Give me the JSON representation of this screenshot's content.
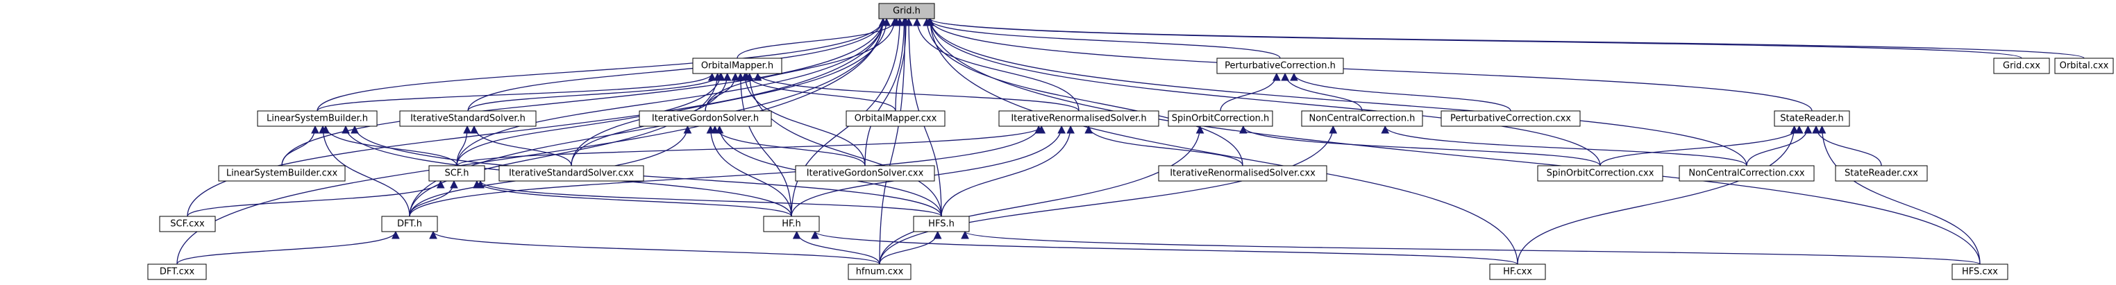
{
  "nodes": [
    {
      "id": "grid_h",
      "label": "Grid.h",
      "root": true
    },
    {
      "id": "orbitalmapper_h",
      "label": "OrbitalMapper.h"
    },
    {
      "id": "perturbative_h",
      "label": "PerturbativeCorrection.h"
    },
    {
      "id": "grid_cxx",
      "label": "Grid.cxx"
    },
    {
      "id": "orbital_cxx",
      "label": "Orbital.cxx"
    },
    {
      "id": "lsb_h",
      "label": "LinearSystemBuilder.h"
    },
    {
      "id": "iss_h",
      "label": "IterativeStandardSolver.h"
    },
    {
      "id": "igs_h",
      "label": "IterativeGordonSolver.h"
    },
    {
      "id": "orbitalmapper_cxx",
      "label": "OrbitalMapper.cxx"
    },
    {
      "id": "irs_h",
      "label": "IterativeRenormalisedSolver.h"
    },
    {
      "id": "spinorbit_h",
      "label": "SpinOrbitCorrection.h"
    },
    {
      "id": "noncentral_h",
      "label": "NonCentralCorrection.h"
    },
    {
      "id": "perturbative_cxx",
      "label": "PerturbativeCorrection.cxx"
    },
    {
      "id": "statereader_h",
      "label": "StateReader.h"
    },
    {
      "id": "lsb_cxx",
      "label": "LinearSystemBuilder.cxx"
    },
    {
      "id": "scf_h",
      "label": "SCF.h"
    },
    {
      "id": "iss_cxx",
      "label": "IterativeStandardSolver.cxx"
    },
    {
      "id": "igs_cxx",
      "label": "IterativeGordonSolver.cxx"
    },
    {
      "id": "irs_cxx",
      "label": "IterativeRenormalisedSolver.cxx"
    },
    {
      "id": "spinorbit_cxx",
      "label": "SpinOrbitCorrection.cxx"
    },
    {
      "id": "noncentral_cxx",
      "label": "NonCentralCorrection.cxx"
    },
    {
      "id": "statereader_cxx",
      "label": "StateReader.cxx"
    },
    {
      "id": "scf_cxx",
      "label": "SCF.cxx"
    },
    {
      "id": "dft_h",
      "label": "DFT.h"
    },
    {
      "id": "hf_h",
      "label": "HF.h"
    },
    {
      "id": "hfs_h",
      "label": "HFS.h"
    },
    {
      "id": "dft_cxx",
      "label": "DFT.cxx"
    },
    {
      "id": "hfnum_cxx",
      "label": "hfnum.cxx"
    },
    {
      "id": "hf_cxx",
      "label": "HF.cxx"
    },
    {
      "id": "hfs_cxx",
      "label": "HFS.cxx"
    }
  ],
  "edges": [
    [
      "orbitalmapper_h",
      "grid_h"
    ],
    [
      "perturbative_h",
      "grid_h"
    ],
    [
      "grid_cxx",
      "grid_h"
    ],
    [
      "orbital_cxx",
      "grid_h"
    ],
    [
      "lsb_h",
      "grid_h"
    ],
    [
      "iss_h",
      "grid_h"
    ],
    [
      "igs_h",
      "grid_h"
    ],
    [
      "orbitalmapper_cxx",
      "grid_h"
    ],
    [
      "irs_h",
      "grid_h"
    ],
    [
      "statereader_h",
      "grid_h"
    ],
    [
      "lsb_cxx",
      "grid_h"
    ],
    [
      "scf_h",
      "grid_h"
    ],
    [
      "iss_cxx",
      "grid_h"
    ],
    [
      "igs_cxx",
      "grid_h"
    ],
    [
      "irs_cxx",
      "grid_h"
    ],
    [
      "spinorbit_cxx",
      "grid_h"
    ],
    [
      "noncentral_cxx",
      "grid_h"
    ],
    [
      "scf_cxx",
      "grid_h"
    ],
    [
      "dft_h",
      "grid_h"
    ],
    [
      "hf_h",
      "grid_h"
    ],
    [
      "hfs_h",
      "grid_h"
    ],
    [
      "dft_cxx",
      "grid_h"
    ],
    [
      "hfnum_cxx",
      "grid_h"
    ],
    [
      "hf_cxx",
      "grid_h"
    ],
    [
      "hfs_cxx",
      "grid_h"
    ],
    [
      "lsb_h",
      "orbitalmapper_h"
    ],
    [
      "iss_h",
      "orbitalmapper_h"
    ],
    [
      "igs_h",
      "orbitalmapper_h"
    ],
    [
      "orbitalmapper_cxx",
      "orbitalmapper_h"
    ],
    [
      "irs_h",
      "orbitalmapper_h"
    ],
    [
      "scf_h",
      "orbitalmapper_h"
    ],
    [
      "iss_cxx",
      "orbitalmapper_h"
    ],
    [
      "igs_cxx",
      "orbitalmapper_h"
    ],
    [
      "dft_h",
      "orbitalmapper_h"
    ],
    [
      "hf_h",
      "orbitalmapper_h"
    ],
    [
      "hfs_h",
      "orbitalmapper_h"
    ],
    [
      "spinorbit_h",
      "perturbative_h"
    ],
    [
      "noncentral_h",
      "perturbative_h"
    ],
    [
      "perturbative_cxx",
      "perturbative_h"
    ],
    [
      "lsb_cxx",
      "lsb_h"
    ],
    [
      "scf_h",
      "lsb_h"
    ],
    [
      "dft_h",
      "lsb_h"
    ],
    [
      "hf_h",
      "lsb_h"
    ],
    [
      "hfs_h",
      "lsb_h"
    ],
    [
      "scf_h",
      "iss_h"
    ],
    [
      "iss_cxx",
      "iss_h"
    ],
    [
      "igs_cxx",
      "igs_h"
    ],
    [
      "dft_h",
      "igs_h"
    ],
    [
      "hf_h",
      "igs_h"
    ],
    [
      "hfs_h",
      "igs_h"
    ],
    [
      "scf_h",
      "irs_h"
    ],
    [
      "irs_cxx",
      "irs_h"
    ],
    [
      "dft_h",
      "irs_h"
    ],
    [
      "hf_h",
      "irs_h"
    ],
    [
      "hfs_h",
      "irs_h"
    ],
    [
      "spinorbit_cxx",
      "spinorbit_h"
    ],
    [
      "hfnum_cxx",
      "spinorbit_h"
    ],
    [
      "noncentral_cxx",
      "noncentral_h"
    ],
    [
      "hfnum_cxx",
      "noncentral_h"
    ],
    [
      "spinorbit_cxx",
      "statereader_h"
    ],
    [
      "noncentral_cxx",
      "statereader_h"
    ],
    [
      "statereader_cxx",
      "statereader_h"
    ],
    [
      "hf_cxx",
      "statereader_h"
    ],
    [
      "hfs_cxx",
      "statereader_h"
    ],
    [
      "scf_cxx",
      "scf_h"
    ],
    [
      "dft_h",
      "scf_h"
    ],
    [
      "hf_h",
      "scf_h"
    ],
    [
      "hfs_h",
      "scf_h"
    ],
    [
      "dft_cxx",
      "dft_h"
    ],
    [
      "hfnum_cxx",
      "dft_h"
    ],
    [
      "hfnum_cxx",
      "hf_h"
    ],
    [
      "hf_cxx",
      "hf_h"
    ],
    [
      "hfnum_cxx",
      "hfs_h"
    ],
    [
      "hfs_cxx",
      "hfs_h"
    ]
  ]
}
